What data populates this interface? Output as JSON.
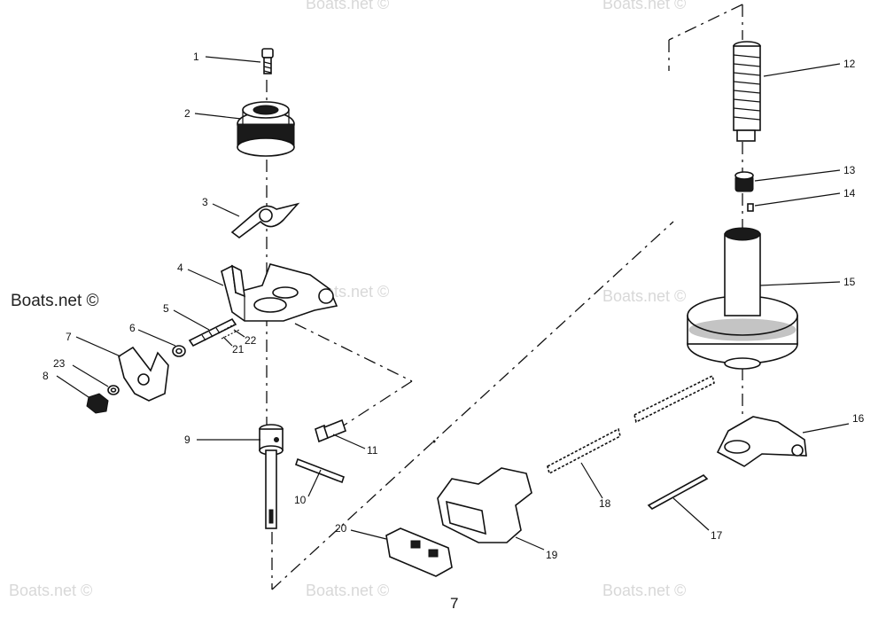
{
  "watermark": {
    "text": "Boats.net ©",
    "prominent_text": "Boats.net ©"
  },
  "figure_number": "7",
  "callouts": [
    "1",
    "2",
    "3",
    "4",
    "5",
    "6",
    "7",
    "8",
    "9",
    "10",
    "11",
    "12",
    "13",
    "14",
    "15",
    "16",
    "17",
    "18",
    "19",
    "20",
    "21",
    "22",
    "23"
  ],
  "colors": {
    "ink": "#111111",
    "watermark": "#d8d8d8",
    "background": "#ffffff"
  }
}
